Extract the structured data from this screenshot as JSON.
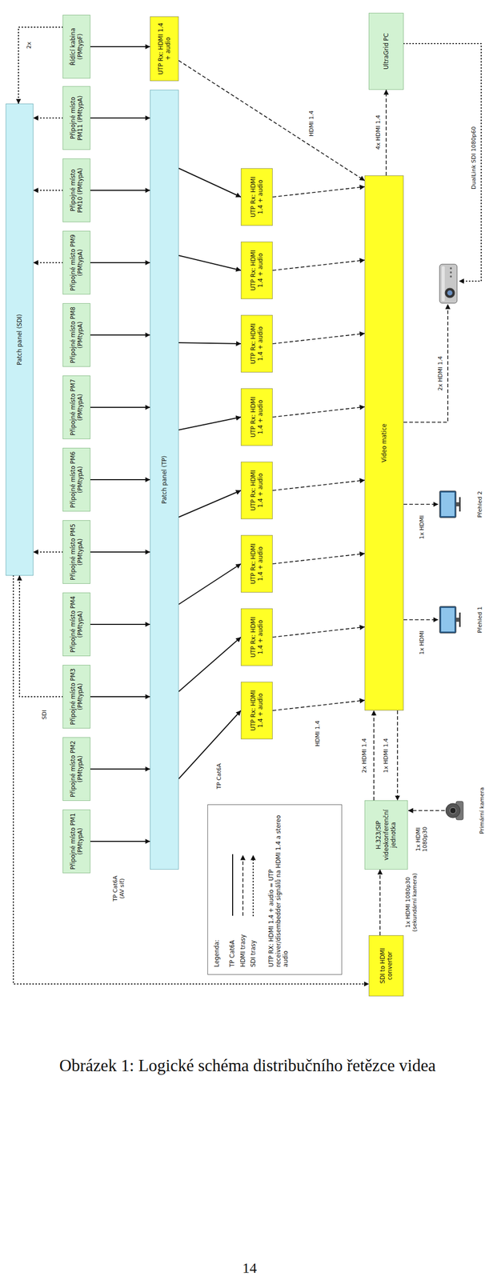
{
  "diagram": {
    "caption": "Obrázek 1: Logické schéma distribučního řetězce videa",
    "nodes": [
      {
        "text": [
          "Patch panel (SDI)"
        ]
      },
      {
        "text": [
          "Připojné místo PM1 (PMtypA)"
        ]
      },
      {
        "text": [
          "Připojné místo PM2 (PMtypA)"
        ]
      },
      {
        "text": [
          "Připojné místo PM3 (PMtypA)"
        ]
      },
      {
        "text": [
          "Připojné místo PM4 (PMtypA)"
        ]
      },
      {
        "text": [
          "Připojné místo PM5 (PMtypA)"
        ]
      },
      {
        "text": [
          "Připojné místo PM6 (PMtypA)"
        ]
      },
      {
        "text": [
          "Připojné místo PM7 (PMtypA)"
        ]
      },
      {
        "text": [
          "Připojné místo PM8 (PMtypA)"
        ]
      },
      {
        "text": [
          "Připojné místo PM9 (PMtypA)"
        ]
      },
      {
        "text": [
          "Připojné místo PM10 (PMtypA)"
        ]
      },
      {
        "text": [
          "Připojné místo PM11 (PMtypA)"
        ]
      },
      {
        "text": [
          "Řídící kabina (PMtypF)"
        ]
      },
      {
        "text": [
          "Patch panel (TP)"
        ]
      },
      {
        "text": [
          "UTP Rx: HDMI 1.4 + audio"
        ]
      },
      {
        "text": [
          "UTP Rx: HDMI 1.4 + audio"
        ]
      },
      {
        "text": [
          "UTP Rx: HDMI 1.4 + audio"
        ]
      },
      {
        "text": [
          "UTP Rx: HDMI 1.4 + audio"
        ]
      },
      {
        "text": [
          "UTP Rx: HDMI 1.4 + audio"
        ]
      },
      {
        "text": [
          "UTP Rx: HDMI 1.4 + audio"
        ]
      },
      {
        "text": [
          "UTP Rx: HDMI 1.4 + audio"
        ]
      },
      {
        "text": [
          "UTP Rx: HDMI 1.4 + audio"
        ]
      },
      {
        "text": [
          "UTP Rx: HDMI 1.4 + audio"
        ]
      },
      {
        "text": [
          "Video matice"
        ]
      },
      {
        "text": [
          "UltraGrid PC"
        ]
      },
      {
        "text": [
          "H.323/SIP videokonferenční jednotka"
        ]
      },
      {
        "text": [
          "SDI to HDMI convertor"
        ]
      },
      {
        "text": [
          "Legenda:",
          "UTP RX: HDMI 1.4 + audio = UTP receiver/disembedder signálů na HDMI 1.4 a stereo audio"
        ]
      }
    ],
    "edges": [
      {
        "from": 1,
        "to": 13,
        "arrow": "to"
      },
      {
        "from": 2,
        "to": 13,
        "arrow": "to"
      },
      {
        "from": 3,
        "to": 13,
        "arrow": "to"
      },
      {
        "from": 4,
        "to": 13,
        "arrow": "to"
      },
      {
        "from": 5,
        "to": 13,
        "arrow": "to"
      },
      {
        "from": 6,
        "to": 13,
        "arrow": "to"
      },
      {
        "from": 7,
        "to": 13,
        "arrow": "to"
      },
      {
        "from": 8,
        "to": 13,
        "arrow": "to"
      },
      {
        "from": 9,
        "to": 13,
        "arrow": "to"
      },
      {
        "from": 10,
        "to": 13,
        "arrow": "to"
      },
      {
        "from": 11,
        "to": 13,
        "arrow": "to"
      },
      {
        "from": 12,
        "to": 14,
        "arrow": "to"
      },
      {
        "from": 13,
        "to": 15,
        "arrow": "to",
        "label": "TP Cat6A"
      },
      {
        "from": 13,
        "to": 16,
        "arrow": "to"
      },
      {
        "from": 13,
        "to": 17,
        "arrow": "to"
      },
      {
        "from": 13,
        "to": 18,
        "arrow": "to"
      },
      {
        "from": 13,
        "to": 19,
        "arrow": "to"
      },
      {
        "from": 13,
        "to": 20,
        "arrow": "to"
      },
      {
        "from": 13,
        "to": 21,
        "arrow": "to"
      },
      {
        "from": 13,
        "to": 22,
        "arrow": "to"
      },
      {
        "from": 15,
        "to": 23,
        "arrow": "to",
        "label": "HDMI 1.4"
      },
      {
        "from": 16,
        "to": 23,
        "arrow": "to"
      },
      {
        "from": 17,
        "to": 23,
        "arrow": "to"
      },
      {
        "from": 18,
        "to": 23,
        "arrow": "to"
      },
      {
        "from": 19,
        "to": 23,
        "arrow": "to"
      },
      {
        "from": 20,
        "to": 23,
        "arrow": "to"
      },
      {
        "from": 21,
        "to": 23,
        "arrow": "to"
      },
      {
        "from": 22,
        "to": 23,
        "arrow": "to"
      },
      {
        "from": 14,
        "to": 23,
        "arrow": "to",
        "label": "HDMI 1.4"
      },
      {
        "from": 23,
        "to": 24,
        "arrow": "to",
        "label": "4x HDMI 1.4"
      },
      {
        "from": 25,
        "to": 23,
        "arrow": "to",
        "label": "2x HDMI 1.4"
      },
      {
        "from": 23,
        "to": 25,
        "arrow": "to",
        "label": "1x HDMI 1.4"
      },
      {
        "from": 26,
        "to": 25,
        "arrow": "to",
        "label": "1x HDMI 1080p30 (sekundární kamera)"
      },
      {
        "from": 3,
        "to": 0,
        "arrow": "to",
        "label": "SDI"
      },
      {
        "from": 5,
        "to": 0,
        "arrow": "to"
      },
      {
        "from": 9,
        "to": 0,
        "arrow": "to"
      },
      {
        "from": 10,
        "to": 0,
        "arrow": "to"
      },
      {
        "from": 11,
        "to": 0,
        "arrow": "to"
      },
      {
        "from": 12,
        "to": 0,
        "arrow": "to",
        "label": "2x"
      },
      {
        "from": 0,
        "to": 26,
        "arrow": "to"
      }
    ],
    "labels": [
      "TP Cat6A (AV síť)",
      "DualLink SDI 1080p60",
      "2x HDMI 1.4",
      "1x HDMI",
      "Přehled 1",
      "1x HDMI",
      "Přehled 2",
      "1x HDMI 1080p30",
      "Primární kamera",
      "14"
    ],
    "legend": [
      {
        "text": "TP Cat6A"
      },
      {
        "text": "HDMI trasy"
      },
      {
        "text": "SDI trasy"
      }
    ]
  }
}
